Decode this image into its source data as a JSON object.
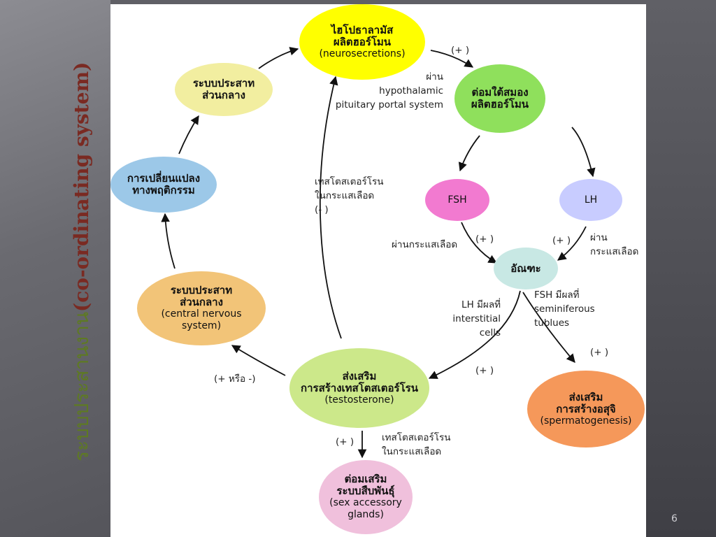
{
  "slide_title": {
    "thai": "ระบบประสานงาน",
    "english": "(co-ordinating system)"
  },
  "page_number": "6",
  "nodes": {
    "hypothalamus": {
      "line1": "ไฮโปธาลามัส",
      "line2": "ผลิตฮอร์โมน",
      "line3": "(neurosecretions)",
      "color": "#ffff00"
    },
    "pituitary": {
      "line1": "ต่อมใต้สมอง",
      "line2": "ผลิตฮอร์โมน",
      "color": "#8fe05c"
    },
    "fsh": {
      "line1": "FSH",
      "color": "#f27ad0"
    },
    "lh": {
      "line1": "LH",
      "color": "#c8ccff"
    },
    "testis": {
      "line1": "อัณฑะ",
      "color": "#c8e8e4"
    },
    "cns_top": {
      "line1": "ระบบประสาท",
      "line2": "ส่วนกลาง",
      "color": "#f2eea0"
    },
    "behavior": {
      "line1": "การเปลี่ยนแปลง",
      "line2": "ทางพฤติกรรม",
      "color": "#9cc8e8"
    },
    "cns_mid": {
      "line1": "ระบบประสาท",
      "line2": "ส่วนกลาง",
      "line3": "(central nervous",
      "line4": "system)",
      "color": "#f2c478"
    },
    "testosterone": {
      "line1": "ส่งเสริม",
      "line2": "การสร้างเทสโตสเตอร์โรน",
      "line3": "(testosterone)",
      "color": "#cce88a"
    },
    "spermatogenesis": {
      "line1": "ส่งเสริม",
      "line2": "การสร้างอสุจิ",
      "line3": "(spermatogenesis)",
      "color": "#f5985a"
    },
    "accessory": {
      "line1": "ต่อมเสริม",
      "line2": "ระบบสืบพันธุ์",
      "line3": "(sex accessory",
      "line4": "glands)",
      "color": "#f0c0dc"
    }
  },
  "labels": {
    "plus_top": "(+ )",
    "portal": {
      "line1": "ผ่าน",
      "line2": "hypothalamic",
      "line3": "pituitary portal system"
    },
    "testosterone_feedback": {
      "line1": "เทสโตสเตอร์โรน",
      "line2": "ในกระแสเลือด",
      "line3": "(- )"
    },
    "fsh_blood": "ผ่านกระแสเลือด",
    "plus_fsh": "(+ )",
    "plus_lh": "(+ )",
    "lh_blood": {
      "line1": "ผ่าน",
      "line2": "กระแสเลือด"
    },
    "lh_effect": {
      "line1": "LH มีผลที่",
      "line2": "interstitial",
      "line3": "cells"
    },
    "fsh_effect": {
      "line1": "FSH มีผลที่",
      "line2": "seminiferous",
      "line3": "tublues"
    },
    "plus_sperm": "(+ )",
    "plus_testo": "(+ )",
    "plus_or_minus": "(+ หรือ -)",
    "plus_accessory": "(+ )",
    "accessory_blood": {
      "line1": "เทสโตสเตอร์โรน",
      "line2": "ในกระแสเลือด"
    }
  }
}
